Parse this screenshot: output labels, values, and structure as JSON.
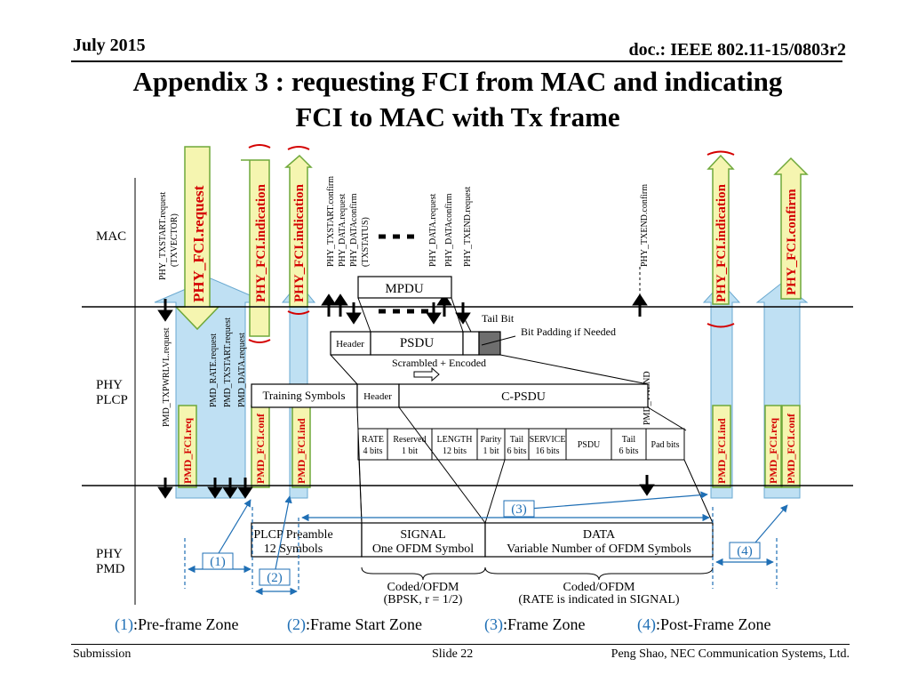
{
  "header": {
    "date": "July 2015",
    "doc": "doc.: IEEE 802.11-15/0803r2",
    "title_line1": "Appendix 3 : requesting FCI from MAC and indicating",
    "title_line2": "FCI to MAC with Tx frame"
  },
  "layers": {
    "mac": "MAC",
    "phy_plcp_1": "PHY",
    "phy_plcp_2": "PLCP",
    "phy_pmd_1": "PHY",
    "phy_pmd_2": "PMD"
  },
  "primitives": {
    "fci_request": "PHY_FCI.request",
    "fci_indication": "PHY_FCI.indication",
    "fci_confirm": "PHY_FCI.confirm",
    "pmd_fci_req": "PMD_FCI.req",
    "pmd_fci_conf": "PMD_FCI.conf",
    "pmd_fci_ind": "PMD_FCI.ind"
  },
  "mac_labels": {
    "txstart_request": "PHY_TXSTART.request",
    "txvector": "(TXVECTOR)",
    "txstart_confirm": "PHY_TXSTART.confirm",
    "data_request": "PHY_DATA.request",
    "data_confirm": "PHY_DATAconfirm",
    "txstatus": "(TXSTATUS)",
    "data_request2": "PHY_DATA.request",
    "data_confirm2": "PHY_DATAconfirm",
    "txend_request": "PHY_TXEND.request",
    "txend_confirm": "PHY_TXEND.confirm"
  },
  "pmd_labels": {
    "txpwrlvl": "PMD_TXPWRLVL.request",
    "rate": "PMD_RATE.request",
    "txstart": "PMD_TXSTART.request",
    "data": "PMD_DATA.request",
    "txend": "PMD_TXEND"
  },
  "frame": {
    "mpdu": "MPDU",
    "tail_bit": "Tail Bit",
    "header": "Header",
    "psdu": "PSDU",
    "bit_padding": "Bit Padding if Needed",
    "scrambled": "Scrambled + Encoded",
    "training": "Training Symbols",
    "header2": "Header",
    "cpsdu": "C-PSDU"
  },
  "fields": [
    {
      "l1": "RATE",
      "l2": "4 bits"
    },
    {
      "l1": "Reserved",
      "l2": "1 bit"
    },
    {
      "l1": "LENGTH",
      "l2": "12 bits"
    },
    {
      "l1": "Parity",
      "l2": "1 bit"
    },
    {
      "l1": "Tail",
      "l2": "6 bits"
    },
    {
      "l1": "SERVICE",
      "l2": "16 bits"
    },
    {
      "l1": "PSDU",
      "l2": ""
    },
    {
      "l1": "Tail",
      "l2": "6 bits"
    },
    {
      "l1": "Pad bits",
      "l2": ""
    }
  ],
  "pmd": {
    "preamble1": "PLCP Preamble",
    "preamble2": "12 Symbols",
    "signal1": "SIGNAL",
    "signal2": "One OFDM Symbol",
    "data1": "DATA",
    "data2": "Variable Number of OFDM Symbols",
    "coded1": "Coded/OFDM",
    "coded1b": "(BPSK, r = 1/2)",
    "coded2": "Coded/OFDM",
    "coded2b": "(RATE is indicated in SIGNAL)"
  },
  "zones": {
    "z1": "(1)",
    "z2": "(2)",
    "z3": "(3)",
    "z4": "(4)",
    "legend1_num": "(1)",
    "legend1_text": ":Pre-frame Zone",
    "legend2_num": "(2)",
    "legend2_text": ":Frame Start Zone",
    "legend3_num": "(3)",
    "legend3_text": ":Frame Zone",
    "legend4_num": "(4)",
    "legend4_text": ":Post-Frame Zone"
  },
  "footer": {
    "left": "Submission",
    "center": "Slide 22",
    "right": "Peng Shao, NEC Communication Systems, Ltd."
  },
  "colors": {
    "arrow_yellow": "#f5f5b0",
    "arrow_green_border": "#6fa83a",
    "zone_blue": "#bfe0f3",
    "label_red": "#d40000",
    "zone_label_blue": "#1f6fb5",
    "pad_box_gray": "#6e6e6e"
  }
}
